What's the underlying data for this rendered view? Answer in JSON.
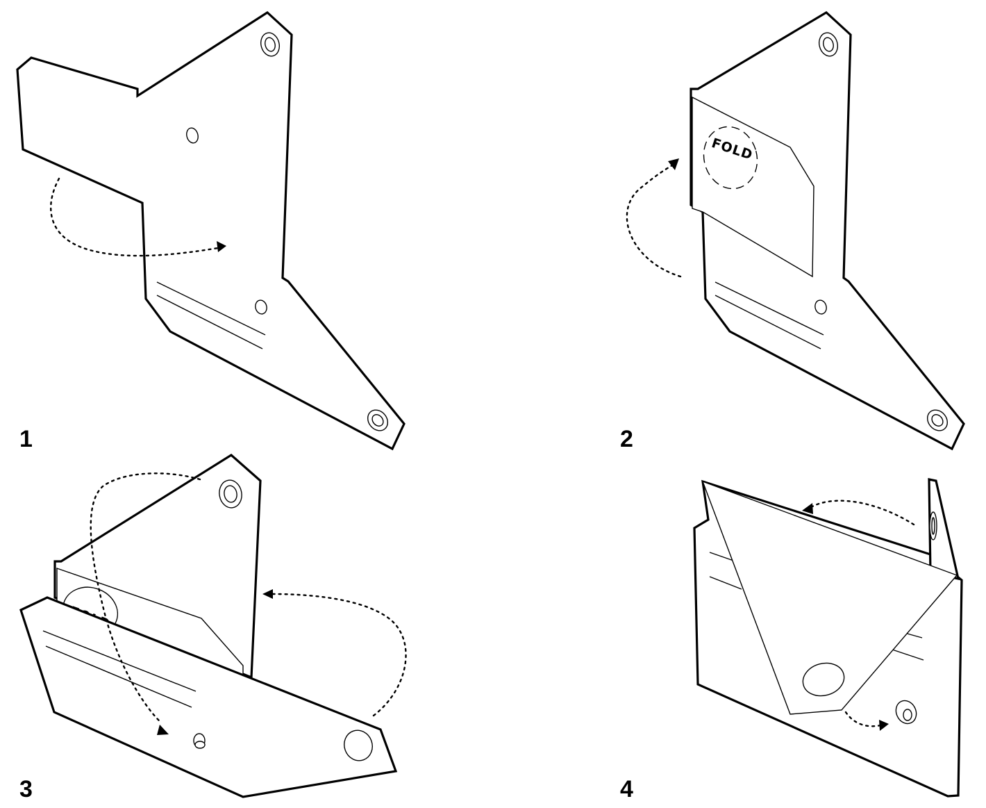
{
  "steps": [
    {
      "number": "1"
    },
    {
      "number": "2",
      "label": "FOLD"
    },
    {
      "number": "3",
      "label": "FOLD"
    },
    {
      "number": "4"
    }
  ],
  "colors": {
    "line": "#000000",
    "paper": "#ffffff"
  }
}
